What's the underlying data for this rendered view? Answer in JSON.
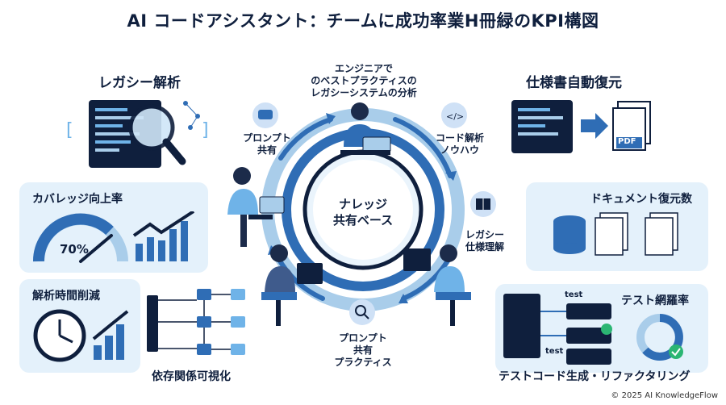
{
  "title": "AI コードアシスタント：チームに成功率業H冊緑のKPI構図",
  "sections": {
    "legacy_analysis": "レガシー解析",
    "spec_restore": "仕様書自動復元"
  },
  "panels": {
    "coverage": {
      "title": "カバレッジ向上率",
      "value": "70%"
    },
    "analysis_time": {
      "title": "解析時間削減"
    },
    "docs_restored": {
      "title": "ドキュメント復元数"
    },
    "test_coverage": {
      "title": "テスト網羅率"
    }
  },
  "captions": {
    "dependency": "依存関係可視化",
    "test_refactor": "テストコード生成・リファクタリング"
  },
  "cycle": {
    "top": [
      "エンジニアで",
      "のベストプラクティスの",
      "レガシーシステムの分析"
    ],
    "prompt_share": [
      "プロンプト",
      "共有"
    ],
    "code_knowhow": [
      "コード解析",
      "ノウハウ"
    ],
    "legacy_understanding": [
      "レガシー",
      "仕様理解"
    ],
    "prompt_practice": [
      "プロンプト",
      "共有",
      "プラクティス"
    ],
    "center": [
      "ナレッジ",
      "共有ベース"
    ]
  },
  "spec_doc_label": "PDF",
  "test_tags": [
    "test",
    "test"
  ],
  "footer": "© 2025 AI KnowledgeFlow",
  "colors": {
    "navy": "#0f1f3d",
    "accent": "#2f6db5",
    "panel": "#e4f1fb",
    "light": "#a9cdea",
    "green": "#2bb673"
  }
}
